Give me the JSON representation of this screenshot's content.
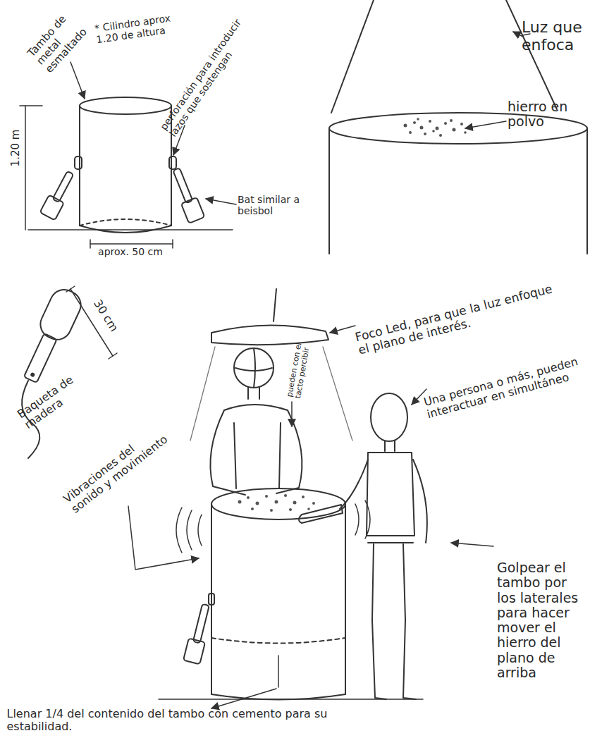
{
  "diagram": {
    "labels": [
      "Tambo de metal esmaltado",
      "* Cilindro aprox 1.20 de altura",
      "perforación para introducir lazos que sostengan",
      "1.20 m",
      "Bat similar a beisbol",
      "aprox. 50 cm",
      "Luz que enfoca",
      "hierro en polvo",
      "Foco Led, para que la luz enfoque el plano de interés.",
      "30 cm",
      "Baqueta de madera",
      "pueden con el tacto percibir",
      "Una persona o más, pueden interactuar en simultáneo",
      "Vibraciones del sonido y movimiento",
      "Golpear el tambo por los laterales para hacer mover el hierro del plano de arriba",
      "Llenar 1/4 del contenido del tambo con cemento para su estabilidad."
    ]
  }
}
